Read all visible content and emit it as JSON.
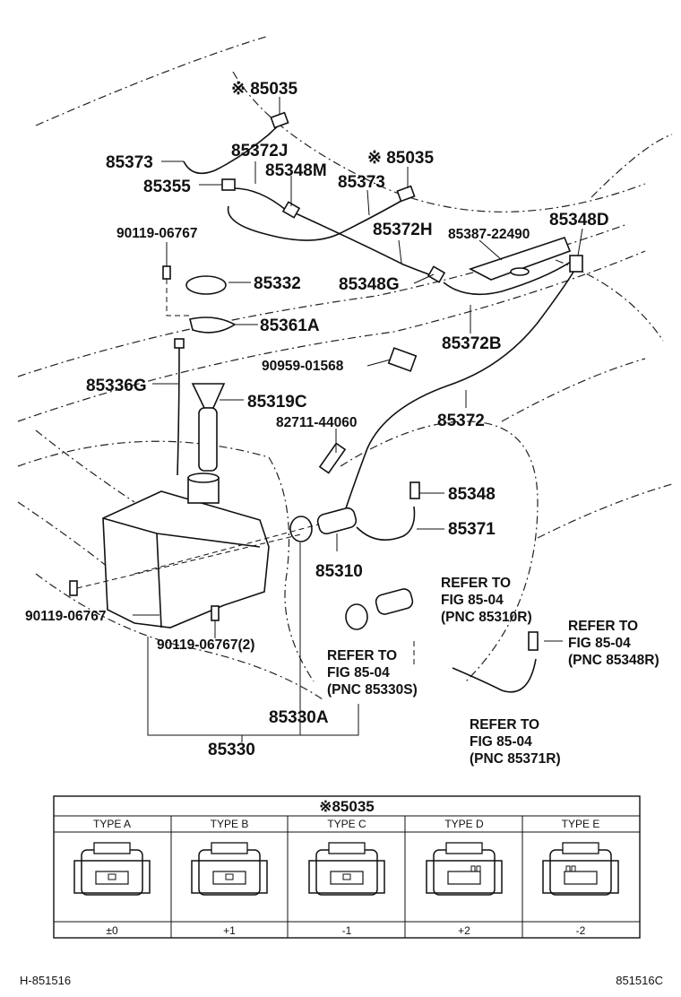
{
  "labels": {
    "p85035_top": "※ 85035",
    "p85373_a": "85373",
    "p85372J": "85372J",
    "p85348M": "85348M",
    "p85035_mid": "※ 85035",
    "p85355": "85355",
    "p85373_b": "85373",
    "p90119_top": "90119-06767",
    "p85372H": "85372H",
    "p85387": "85387-22490",
    "p85348D": "85348D",
    "p85332": "85332",
    "p85348G": "85348G",
    "p85361A": "85361A",
    "p85372B": "85372B",
    "p90959": "90959-01568",
    "p85336G": "85336G",
    "p85319C": "85319C",
    "p85372": "85372",
    "p82711": "82711-44060",
    "p85348": "85348",
    "p85371": "85371",
    "p85310": "85310",
    "p90119_left": "90119-06767",
    "p90119_2": "90119-06767(2)",
    "p85330A": "85330A",
    "p85330": "85330"
  },
  "refs": {
    "r1": [
      "REFER TO",
      "FIG 85-04",
      "(PNC 85310R)"
    ],
    "r2": [
      "REFER TO",
      "FIG 85-04",
      "(PNC 85348R)"
    ],
    "r3": [
      "REFER TO",
      "FIG 85-04",
      "(PNC 85330S)"
    ],
    "r4": [
      "REFER TO",
      "FIG 85-04",
      "(PNC 85371R)"
    ]
  },
  "table": {
    "title": "※85035",
    "types": [
      "TYPE A",
      "TYPE B",
      "TYPE C",
      "TYPE D",
      "TYPE E"
    ],
    "values": [
      "±0",
      "+1",
      "-1",
      "+2",
      "-2"
    ]
  },
  "footer": {
    "left": "H-851516",
    "right": "851516C"
  }
}
